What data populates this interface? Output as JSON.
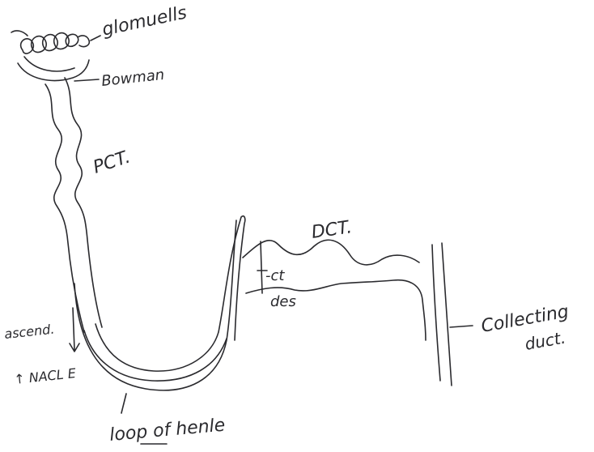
{
  "diagram": {
    "ink_color": "#2a2a2e",
    "background": "#ffffff",
    "labels": {
      "glomerulus": "glomuells",
      "bowman": "Bowman",
      "pct": "PCT.",
      "dct": "DCT.",
      "ct": "-ct",
      "des": "des",
      "ascend": "ascend.",
      "nacl": "↑ NACL E",
      "loop": "loop of henle",
      "collecting_line1": "Collecting",
      "collecting_line2": "duct."
    }
  }
}
